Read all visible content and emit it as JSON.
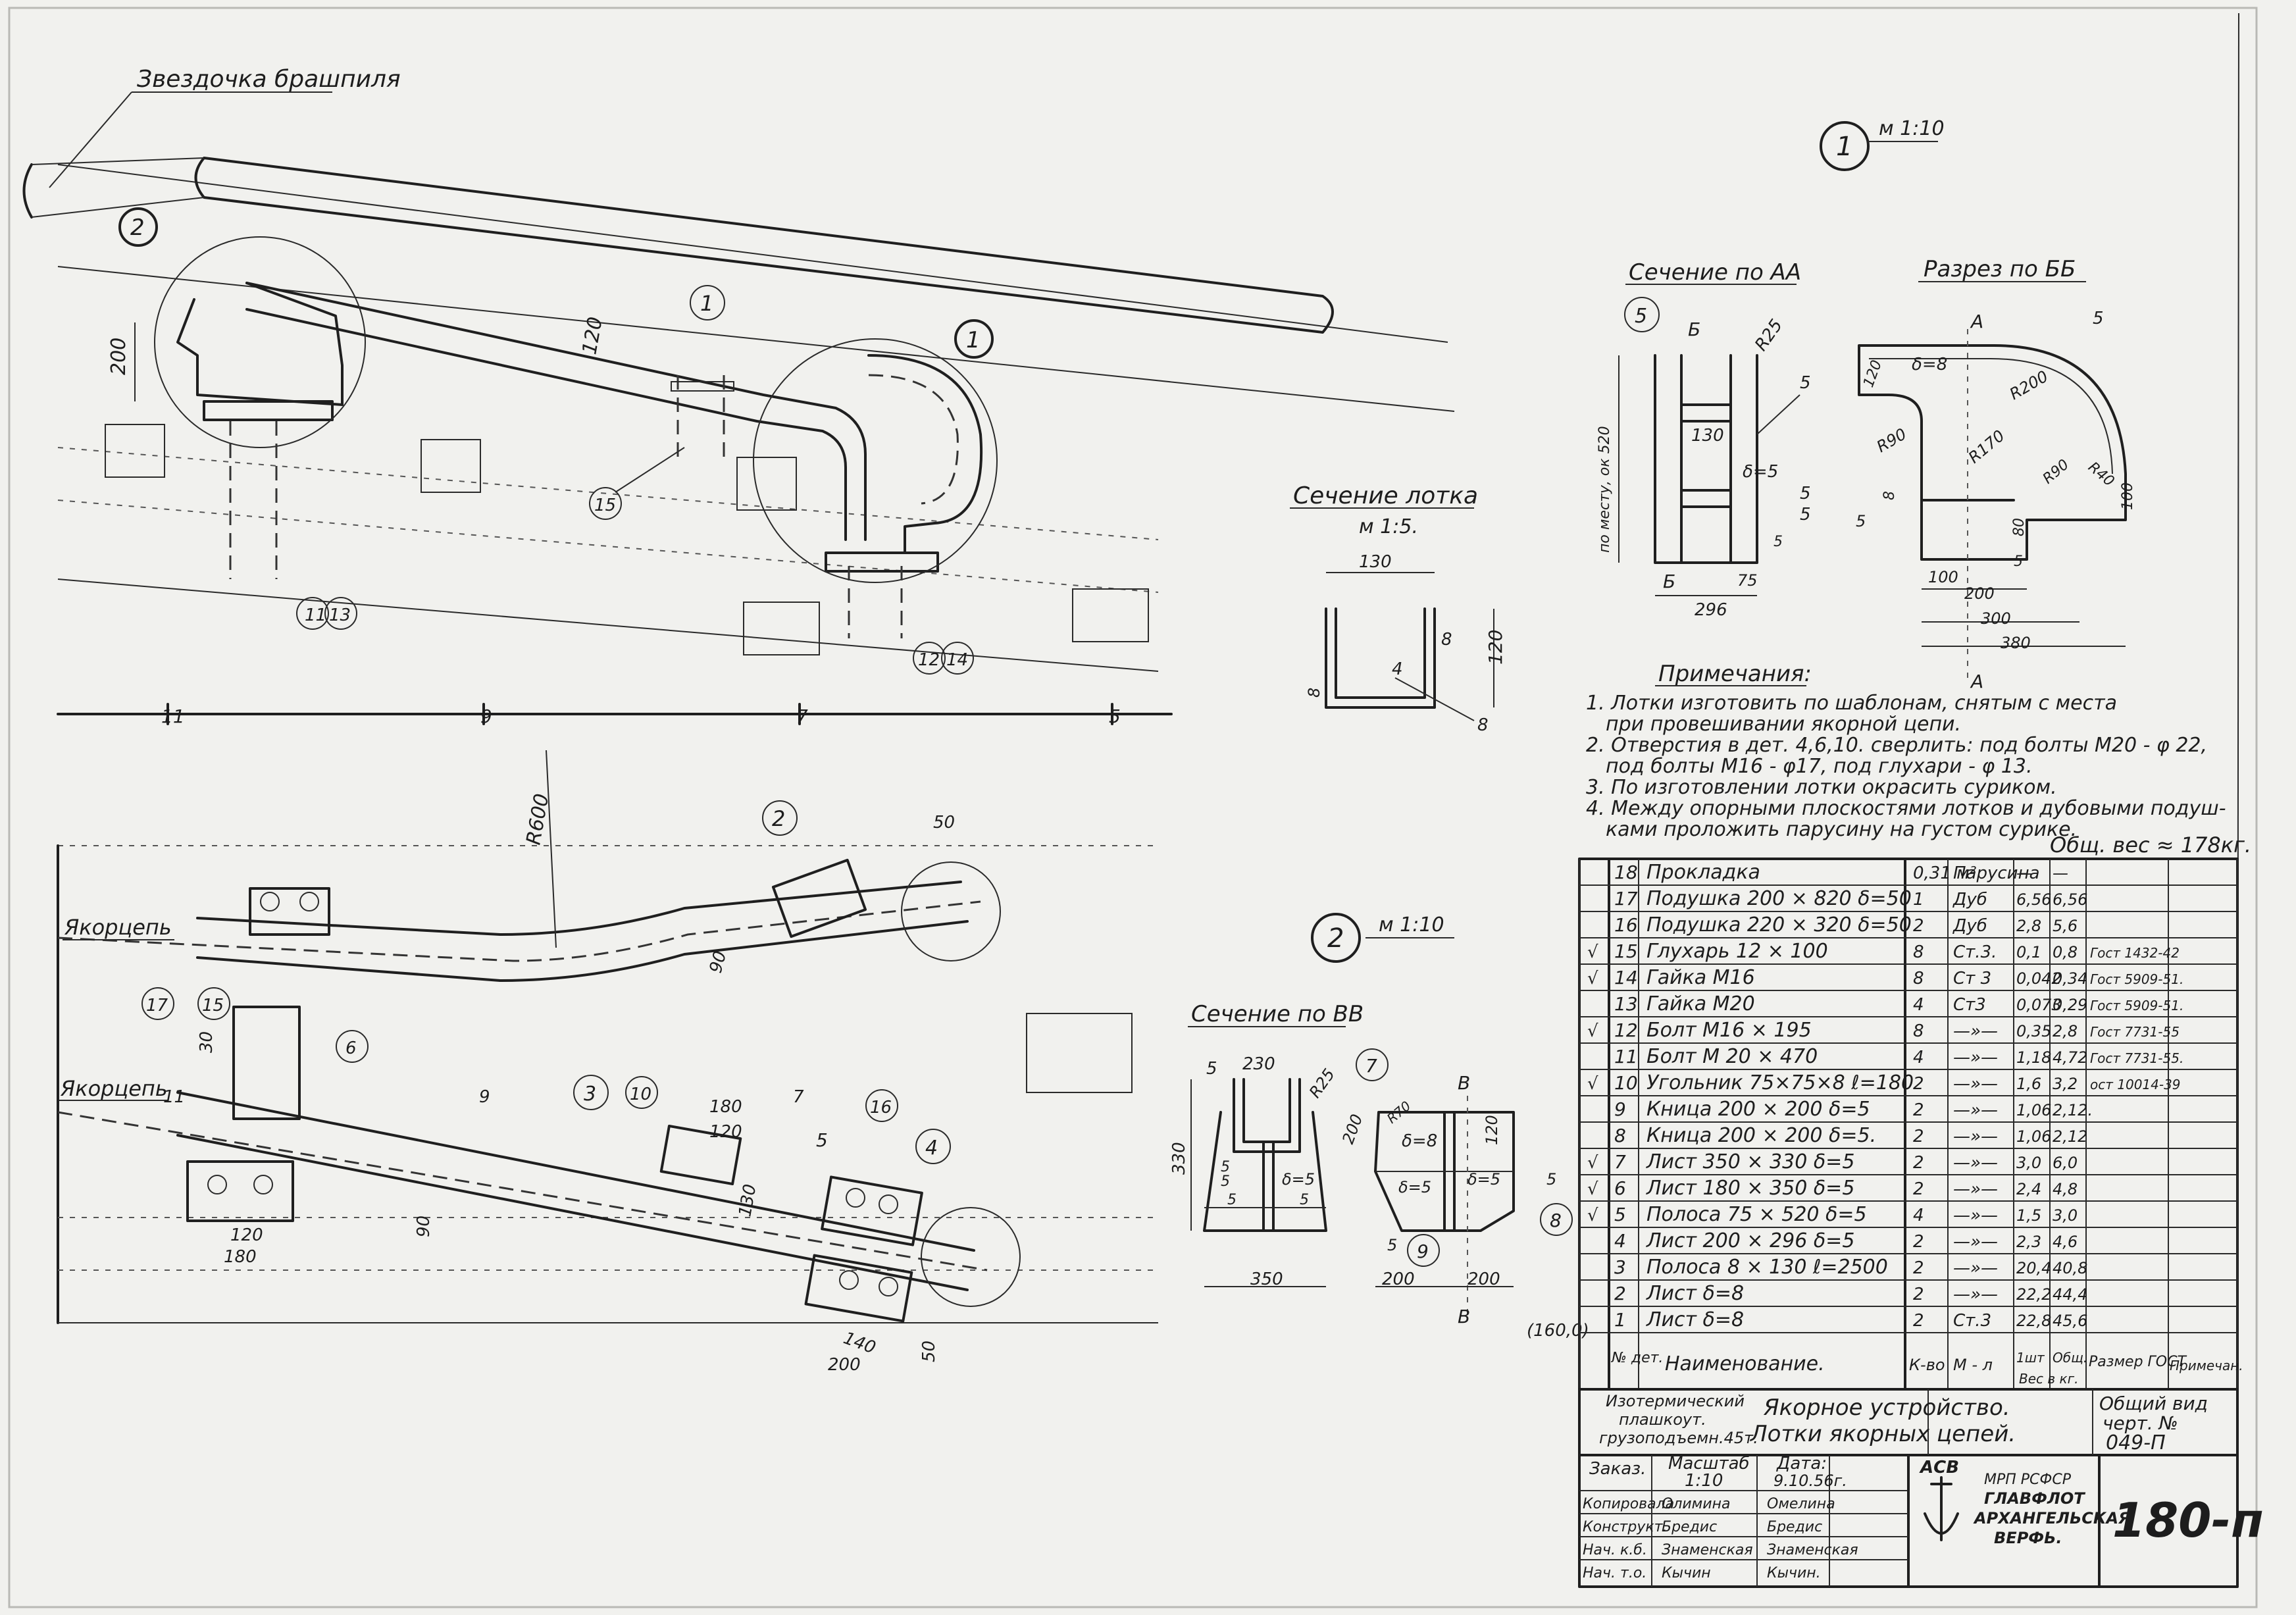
{
  "top_view": {
    "sprocket_label": "Звездочка брашпиля",
    "bubble_1": "1",
    "bubble_2": "2",
    "dim_200": "200",
    "dim_120": "120",
    "callouts": [
      "15",
      "11",
      "13",
      "12",
      "14"
    ],
    "frames": [
      "11",
      "9",
      "7",
      "5"
    ]
  },
  "plan_view": {
    "chain_label_1": "Якорцепь",
    "chain_label_2": "Якорцепь",
    "radius": "R600",
    "callouts": [
      "2",
      "17",
      "15",
      "6",
      "3",
      "10",
      "16",
      "4",
      "5"
    ],
    "dims": [
      "50",
      "90",
      "30",
      "180",
      "120",
      "130",
      "120",
      "180",
      "90",
      "140",
      "200",
      "50"
    ],
    "frames": [
      "11",
      "9",
      "7"
    ]
  },
  "tray_section": {
    "title": "Сечение лотка",
    "scale": "м 1:5.",
    "dims": [
      "130",
      "8",
      "120",
      "8",
      "4",
      "8"
    ]
  },
  "detail1": {
    "number": "1",
    "scale": "м 1:10",
    "section_aa": {
      "title": "Сечение по АА",
      "dims": [
        "5",
        "Б",
        "R25",
        "5",
        "130",
        "δ=5",
        "5",
        "5",
        "5",
        "75",
        "Б",
        "296",
        "по месту, ок 520"
      ]
    },
    "section_bb": {
      "title": "Разрез по ББ",
      "dims": [
        "5",
        "A",
        "δ=8",
        "120",
        "R90",
        "R200",
        "R170",
        "R90",
        "R40",
        "100",
        "8",
        "5",
        "80",
        "5",
        "100",
        "200",
        "300",
        "380",
        "A"
      ]
    }
  },
  "detail2": {
    "number": "2",
    "scale": "м 1:10",
    "section_vv": {
      "title": "Сечение по ВВ",
      "dims": [
        "5",
        "230",
        "R25",
        "7",
        "330",
        "5",
        "5",
        "5",
        "δ=5",
        "5",
        "350",
        "R70",
        "δ=8",
        "200",
        "120",
        "В",
        "δ=5",
        "δ=5",
        "5",
        "8",
        "5",
        "9",
        "200",
        "200",
        "В"
      ]
    }
  },
  "notes": {
    "title": "Примечания:",
    "lines": [
      "1. Лотки изготовить по шаблонам, снятым с места",
      "при провешивании якорной цепи.",
      "2. Отверстия в дет. 4,6,10. сверлить: под болты М20 - φ 22,",
      "под болты М16 - φ17, под глухари - φ 13.",
      "3. По изготовлении лотки окрасить суриком.",
      "4. Между опорными плоскостями лотков и дубовыми подуш-",
      "ками проложить парусину на густом сурике."
    ]
  },
  "total_weight": "Общ. вес ≈ 178кг.",
  "bom": {
    "rows": [
      {
        "pos": "18",
        "name": "Прокладка",
        "qty": "0,31 м²",
        "mat": "Парусина",
        "unit": "—",
        "total": "—",
        "std": "",
        "check": ""
      },
      {
        "pos": "17",
        "name": "Подушка 200 × 820 δ=50",
        "qty": "1",
        "mat": "Дуб",
        "unit": "6,56",
        "total": "6,56",
        "std": "",
        "check": ""
      },
      {
        "pos": "16",
        "name": "Подушка 220 × 320 δ=50",
        "qty": "2",
        "mat": "Дуб",
        "unit": "2,8",
        "total": "5,6",
        "std": "",
        "check": ""
      },
      {
        "pos": "15",
        "name": "Глухарь 12 × 100",
        "qty": "8",
        "mat": "Ст.3.",
        "unit": "0,1",
        "total": "0,8",
        "std": "Гост 1432-42",
        "check": "√"
      },
      {
        "pos": "14",
        "name": "Гайка М16",
        "qty": "8",
        "mat": "Ст 3",
        "unit": "0,042",
        "total": "0,34",
        "std": "Гост 5909-51.",
        "check": "√"
      },
      {
        "pos": "13",
        "name": "Гайка М20",
        "qty": "4",
        "mat": "Ст3",
        "unit": "0,073",
        "total": "0,29",
        "std": "Гост 5909-51.",
        "check": ""
      },
      {
        "pos": "12",
        "name": "Болт М16 × 195",
        "qty": "8",
        "mat": "—»—",
        "unit": "0,35",
        "total": "2,8",
        "std": "Гост 7731-55",
        "check": "√"
      },
      {
        "pos": "11",
        "name": "Болт М 20 × 470",
        "qty": "4",
        "mat": "—»—",
        "unit": "1,18",
        "total": "4,72",
        "std": "Гост 7731-55.",
        "check": ""
      },
      {
        "pos": "10",
        "name": "Угольник 75×75×8 ℓ=180",
        "qty": "2",
        "mat": "—»—",
        "unit": "1,6",
        "total": "3,2",
        "std": "ост 10014-39",
        "check": "√"
      },
      {
        "pos": "9",
        "name": "Кница 200 × 200 δ=5",
        "qty": "2",
        "mat": "—»—",
        "unit": "1,06",
        "total": "2,12.",
        "std": "",
        "check": ""
      },
      {
        "pos": "8",
        "name": "Кница 200 × 200 δ=5.",
        "qty": "2",
        "mat": "—»—",
        "unit": "1,06",
        "total": "2,12",
        "std": "",
        "check": ""
      },
      {
        "pos": "7",
        "name": "Лист 350 × 330 δ=5",
        "qty": "2",
        "mat": "—»—",
        "unit": "3,0",
        "total": "6,0",
        "std": "",
        "check": "√"
      },
      {
        "pos": "6",
        "name": "Лист 180 × 350 δ=5",
        "qty": "2",
        "mat": "—»—",
        "unit": "2,4",
        "total": "4,8",
        "std": "",
        "check": "√"
      },
      {
        "pos": "5",
        "name": "Полоса 75 × 520 δ=5",
        "qty": "4",
        "mat": "—»—",
        "unit": "1,5",
        "total": "3,0",
        "std": "",
        "check": "√"
      },
      {
        "pos": "4",
        "name": "Лист 200 × 296 δ=5",
        "qty": "2",
        "mat": "—»—",
        "unit": "2,3",
        "total": "4,6",
        "std": "",
        "check": ""
      },
      {
        "pos": "3",
        "name": "Полоса 8 × 130 ℓ=2500",
        "qty": "2",
        "mat": "—»—",
        "unit": "20,4",
        "total": "40,8",
        "std": "",
        "check": ""
      },
      {
        "pos": "2",
        "name": "Лист δ=8",
        "qty": "2",
        "mat": "—»—",
        "unit": "22,2",
        "total": "44,4",
        "std": "",
        "check": ""
      },
      {
        "pos": "1",
        "name": "Лист δ=8",
        "qty": "2",
        "mat": "Ст.3",
        "unit": "22,8",
        "total": "45,6",
        "std": "",
        "check": ""
      }
    ],
    "header": {
      "pos": "№ дет.",
      "name": "Наименование.",
      "qty": "К-во",
      "mat": "М - л",
      "unit": "1шт",
      "total": "Общ.",
      "weight": "Вес в кг.",
      "size": "Размер ГОСТ",
      "note": "Примечан."
    }
  },
  "title_block": {
    "vessel": [
      "Изотермический",
      "плашкоут.",
      "грузоподъемн.45т."
    ],
    "title_1": "Якорное устройство.",
    "title_2": "Лотки якорных цепей.",
    "general": [
      "Общий вид",
      "черт. №",
      "049-П"
    ],
    "order_label": "Заказ.",
    "scale_label": "Масштаб",
    "scale_value": "1:10",
    "date_label": "Дата:",
    "date_value": "9.10.56г.",
    "roles": [
      "Копировала",
      "Конструкт.",
      "Нач. к.б.",
      "Нач. т.о."
    ],
    "signatures": [
      "Олимина",
      "Бредис",
      "Знаменская",
      "Кычин"
    ],
    "names": [
      "Омелина",
      "Бредис",
      "Знаменская",
      "Кычин."
    ],
    "logo": "АСВ",
    "org": [
      "МРП РСФСР",
      "ГЛАВФЛОТ",
      "АРХАНГЕЛЬСКАЯ",
      "ВЕРФЬ."
    ],
    "sheet_no": "180-п"
  },
  "margin_note": "(160,0)"
}
